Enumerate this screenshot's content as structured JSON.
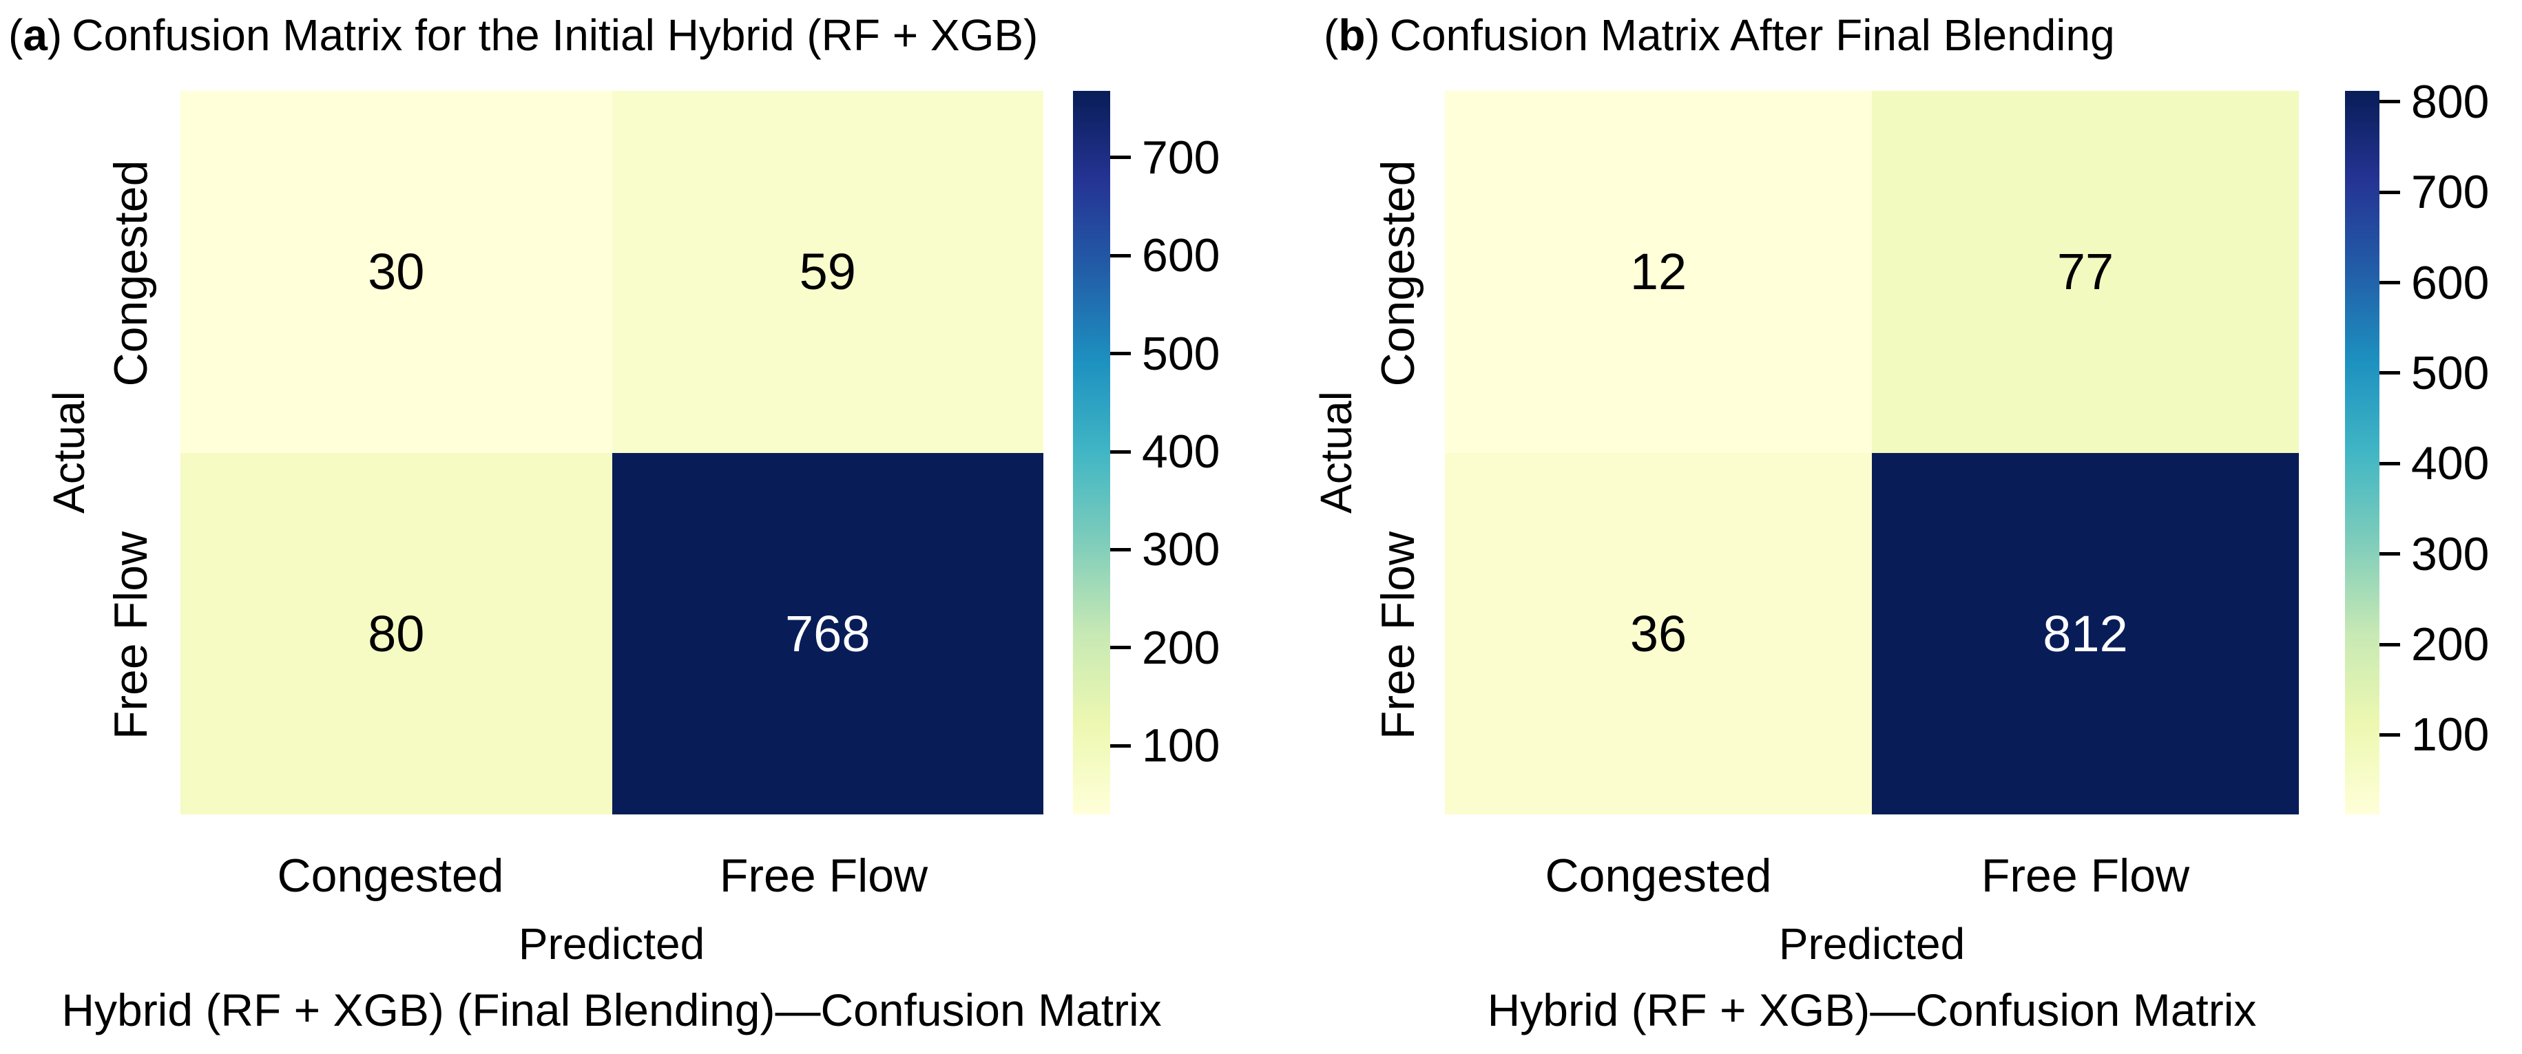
{
  "figure": {
    "background": "#ffffff",
    "text_color": "#000000",
    "annotation_light_text": "#ffffff",
    "colormap_name": "YlGnBu"
  },
  "colormap_stops": [
    "#ffffd9",
    "#edf8b1",
    "#c7e9b4",
    "#7fcdbb",
    "#41b6c4",
    "#1d91c0",
    "#225ea8",
    "#253494",
    "#081d58"
  ],
  "chart_data": [
    {
      "type": "heatmap",
      "panel_tag": {
        "open": "(",
        "letter": "a",
        "close": ")"
      },
      "title": "Confusion Matrix for the Initial Hybrid (RF + XGB)",
      "xlabel": "Predicted",
      "ylabel": "Actual",
      "x_ticklabels": [
        "Congested",
        "Free Flow"
      ],
      "y_ticklabels": [
        "Congested",
        "Free Flow"
      ],
      "values": [
        [
          30,
          59
        ],
        [
          80,
          768
        ]
      ],
      "vmin": 30,
      "vmax": 768,
      "colorbar_ticks": [
        100,
        200,
        300,
        400,
        500,
        600,
        700
      ],
      "caption": "Hybrid (RF + XGB) (Final Blending)—Confusion Matrix",
      "legend_position": "right-colorbar",
      "grid": false
    },
    {
      "type": "heatmap",
      "panel_tag": {
        "open": "(",
        "letter": "b",
        "close": ")"
      },
      "title": "Confusion Matrix After Final Blending",
      "xlabel": "Predicted",
      "ylabel": "Actual",
      "x_ticklabels": [
        "Congested",
        "Free Flow"
      ],
      "y_ticklabels": [
        "Congested",
        "Free Flow"
      ],
      "values": [
        [
          12,
          77
        ],
        [
          36,
          812
        ]
      ],
      "vmin": 12,
      "vmax": 812,
      "colorbar_ticks": [
        100,
        200,
        300,
        400,
        500,
        600,
        700,
        800
      ],
      "caption": "Hybrid (RF + XGB)—Confusion Matrix",
      "legend_position": "right-colorbar",
      "grid": false
    }
  ]
}
